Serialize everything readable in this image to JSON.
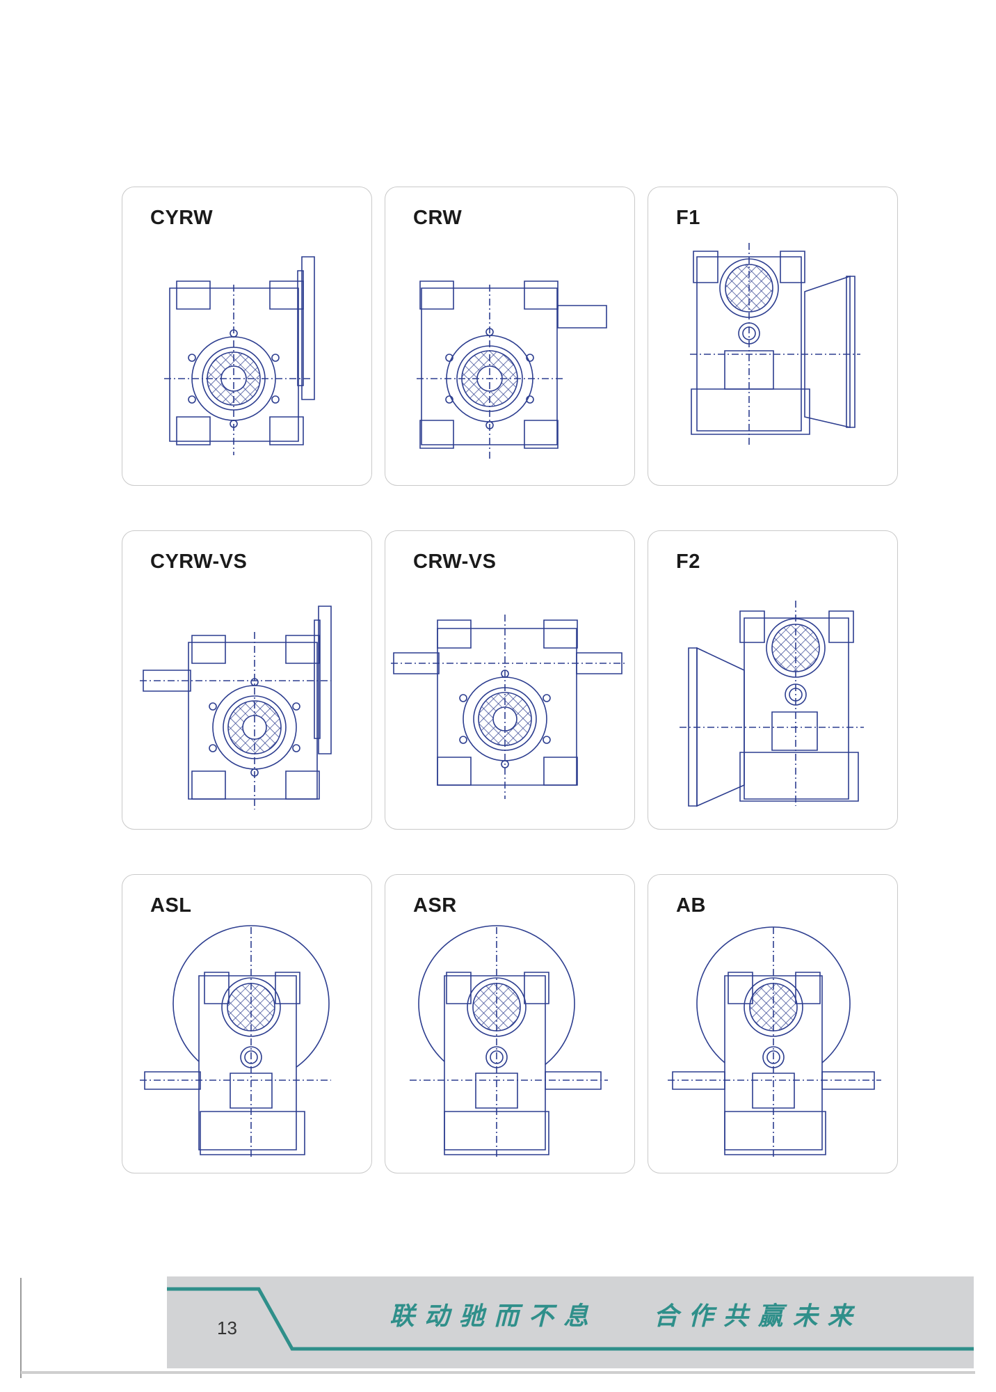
{
  "cards": [
    {
      "label": "CYRW"
    },
    {
      "label": "CRW"
    },
    {
      "label": "F1"
    },
    {
      "label": "CYRW-VS"
    },
    {
      "label": "CRW-VS"
    },
    {
      "label": "F2"
    },
    {
      "label": "ASL"
    },
    {
      "label": "ASR"
    },
    {
      "label": "AB"
    }
  ],
  "footer": {
    "page_number": "13",
    "slogan": "联动驰而不息   合作共赢未来"
  },
  "colors": {
    "drawing_line": "#2c3d8f",
    "footer_band": "#d2d3d5",
    "footer_accent": "#2f8f8a"
  }
}
